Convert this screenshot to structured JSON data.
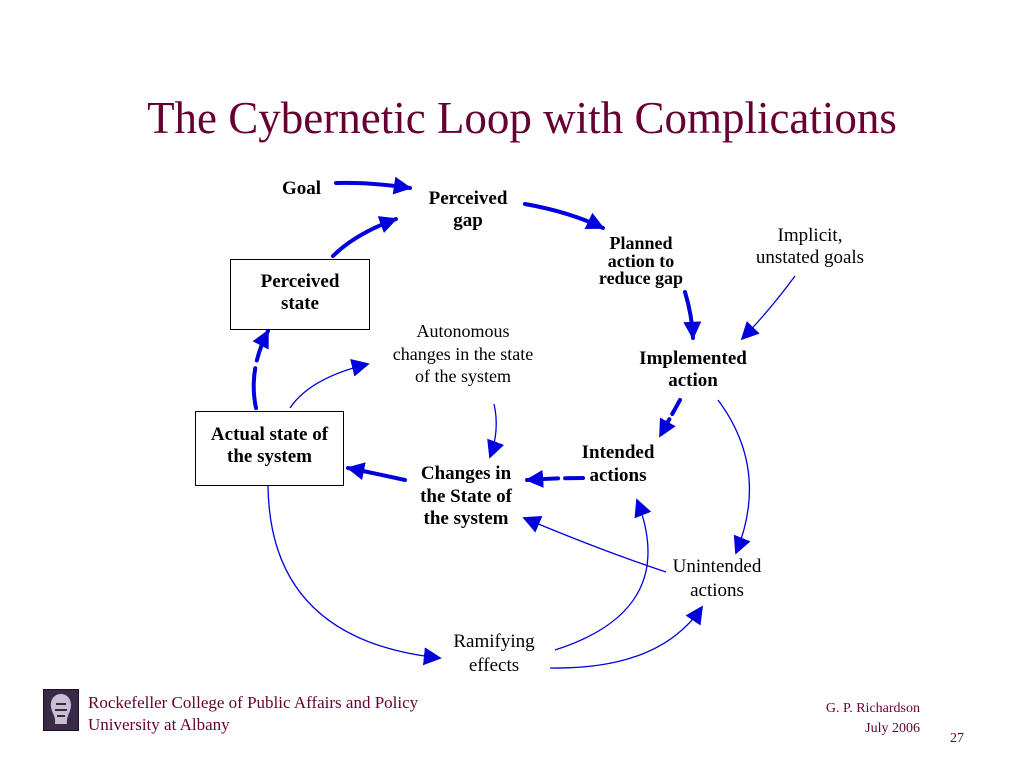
{
  "slide": {
    "title": "The Cybernetic Loop with Complications",
    "page_number": "27"
  },
  "nodes": {
    "goal": "Goal",
    "perceived_gap": "Perceived\ngap",
    "planned_action": "Planned\naction to\nreduce gap",
    "implicit_goals": "Implicit,\nunstated goals",
    "perceived_state": "Perceived\nstate",
    "autonomous_changes": "Autonomous\nchanges in the state\nof the system",
    "implemented_action": "Implemented\naction",
    "actual_state": "Actual state of\nthe system",
    "changes_in_state": "Changes in\nthe State of\nthe system",
    "intended_actions": "Intended\nactions",
    "unintended_actions": "Unintended\nactions",
    "ramifying_effects": "Ramifying\neffects"
  },
  "footer": {
    "org_line1": "Rockefeller College of Public Affairs and Policy",
    "org_line2": "University at Albany",
    "author": "G. P. Richardson",
    "date": "July 2006"
  },
  "colors": {
    "title": "#660033",
    "arrows": "#0000dd",
    "footer": "#660033"
  },
  "icons": {
    "logo": "college-logo-icon"
  }
}
